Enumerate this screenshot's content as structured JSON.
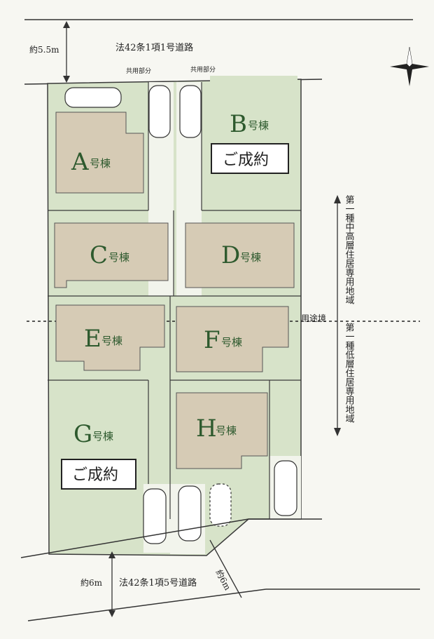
{
  "roads": {
    "north": {
      "name": "法42条1項1号道路",
      "width": "約5.5m"
    },
    "south": {
      "name": "法42条1項5号道路",
      "width": "約6m",
      "diagonal_width": "約6m"
    }
  },
  "shared": {
    "left": "共用部分",
    "right": "共用部分"
  },
  "zones": {
    "upper": "第一種中高層住居専用地域",
    "lower": "第一種低層住居専用地域",
    "boundary": "用途境"
  },
  "lots": [
    {
      "letter": "A",
      "suffix": "号棟"
    },
    {
      "letter": "B",
      "suffix": "号棟",
      "status": "ご成約"
    },
    {
      "letter": "C",
      "suffix": "号棟"
    },
    {
      "letter": "D",
      "suffix": "号棟"
    },
    {
      "letter": "E",
      "suffix": "号棟"
    },
    {
      "letter": "F",
      "suffix": "号棟"
    },
    {
      "letter": "G",
      "suffix": "号棟",
      "status": "ご成約"
    },
    {
      "letter": "H",
      "suffix": "号棟"
    }
  ],
  "colors": {
    "lot_green": "#d7e3c9",
    "house": "#d6cbb5",
    "line": "#3a3a3a",
    "label_green": "#2e5a2e"
  },
  "icons": {
    "compass": "compass-icon"
  }
}
